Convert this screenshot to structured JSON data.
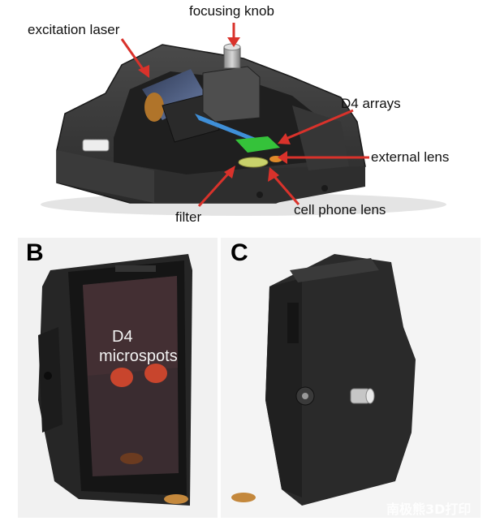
{
  "panel_a": {
    "labels": {
      "focusing_knob": "focusing knob",
      "excitation_laser": "excitation laser",
      "d4_arrays": "D4 arrays",
      "external_lens": "external lens",
      "cell_phone_lens": "cell phone lens",
      "filter": "filter"
    },
    "arrow_color": "#d9322b"
  },
  "panel_b": {
    "letter": "B",
    "screen_line1": "D4",
    "screen_line2": "microspots"
  },
  "panel_c": {
    "letter": "C"
  },
  "watermark": "南极熊3D打印"
}
